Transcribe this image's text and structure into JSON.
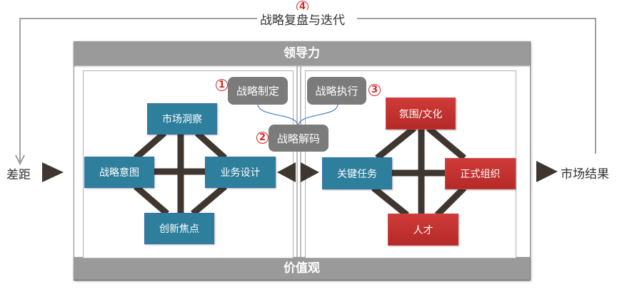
{
  "feedback_loop": {
    "step_number": "4",
    "title": "战略复盘与迭代"
  },
  "frame": {
    "top_bar": "领导力",
    "bottom_bar": "价值观"
  },
  "inputs": {
    "left_label": "差距",
    "right_label": "市场结果"
  },
  "left_panel": {
    "top": "市场洞察",
    "left": "战略意图",
    "right": "业务设计",
    "bottom": "创新焦点",
    "color": "#2e7f9c"
  },
  "right_panel": {
    "top": "氛围/文化",
    "left": "关键任务",
    "right": "正式组织",
    "bottom": "人才",
    "teal_color": "#2e7f9c",
    "red_color": "#c23330"
  },
  "steps": [
    {
      "number": "1",
      "label": "战略制定"
    },
    {
      "number": "2",
      "label": "战略解码"
    },
    {
      "number": "3",
      "label": "战略执行"
    }
  ]
}
